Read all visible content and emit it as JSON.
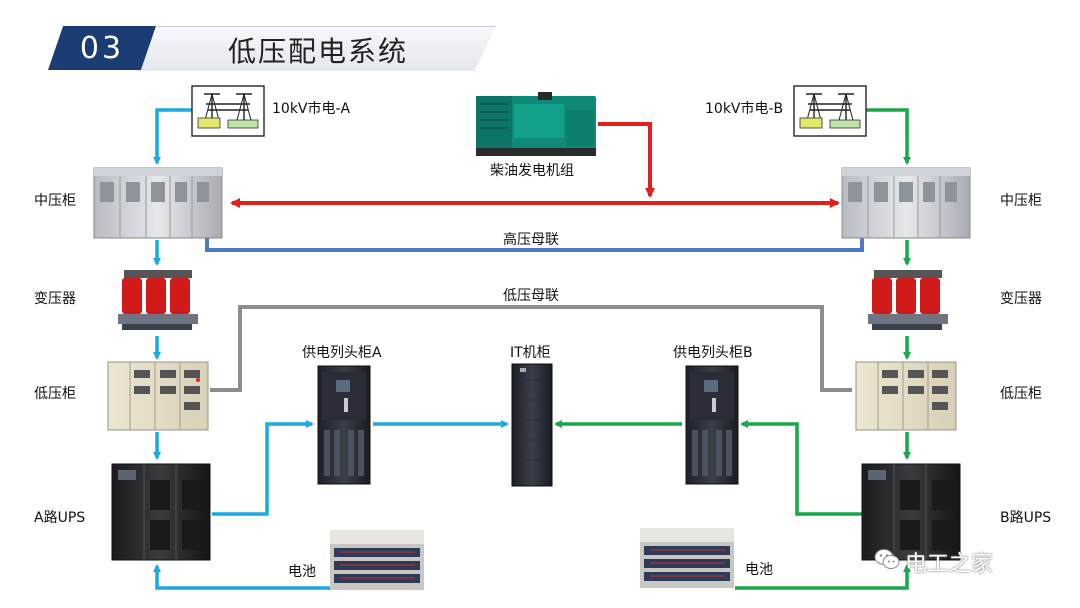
{
  "header": {
    "section_number": "03",
    "title": "低压配电系统"
  },
  "sources": {
    "grid_a": "10kV市电-A",
    "grid_b": "10kV市电-B",
    "generator": "柴油发电机组"
  },
  "left_labels": {
    "mv_cabinet": "中压柜",
    "transformer": "变压器",
    "lv_cabinet": "低压柜",
    "ups": "A路UPS",
    "battery": "电池"
  },
  "right_labels": {
    "mv_cabinet": "中压柜",
    "transformer": "变压器",
    "lv_cabinet": "低压柜",
    "ups": "B路UPS",
    "battery": "电池"
  },
  "center_labels": {
    "hv_tie": "高压母联",
    "lv_tie": "低压母联",
    "pdu_a": "供电列头柜A",
    "pdu_b": "供电列头柜B",
    "it_rack": "IT机柜"
  },
  "colors": {
    "path_a": "#1aa9e0",
    "path_b": "#1aa64a",
    "generator_feed": "#e0201c",
    "hv_tie": "#4a7ac8",
    "lv_tie": "#8c8c8c",
    "header_accent": "#1c3c74"
  },
  "watermark": "电工之家"
}
